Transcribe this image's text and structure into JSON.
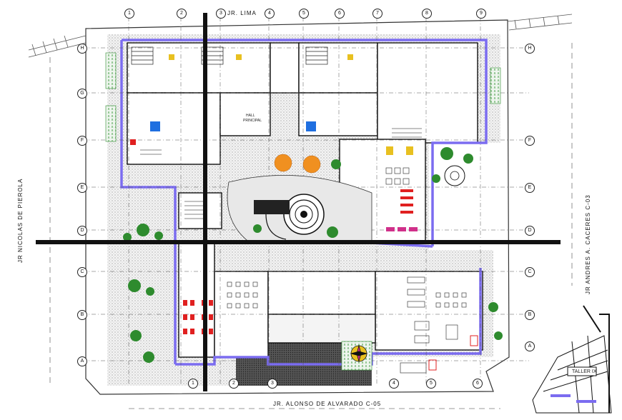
{
  "streets": {
    "top": "JR. LIMA",
    "bottom": "JR. ALONSO DE ALVARADO C-05",
    "left": "JR NICOLAS DE PIEROLA",
    "right": "JR ANDRES A. CACERES C-03"
  },
  "interior_labels": {
    "hall": "HALL",
    "hall_sub": "PRINCIPAL"
  },
  "location_plan": {
    "title": "TALLER IX"
  },
  "axes": {
    "columns": [
      "1",
      "2",
      "3",
      "4",
      "5",
      "6",
      "7",
      "8",
      "9"
    ],
    "rows": [
      "H",
      "G",
      "F",
      "E",
      "D",
      "C",
      "B",
      "A"
    ]
  },
  "colors": {
    "perimeter_wall": "#7b6cf0",
    "axis_line": "#111111",
    "vegetation": "#2e8b2e",
    "accent_red": "#e02020",
    "accent_orange": "#f09020",
    "accent_yellow": "#e8c020",
    "floor_hatch": "#9a9a9a"
  },
  "icons": {
    "north_arrow": "compass-rose-icon",
    "trees": "palm-tree-icon"
  }
}
